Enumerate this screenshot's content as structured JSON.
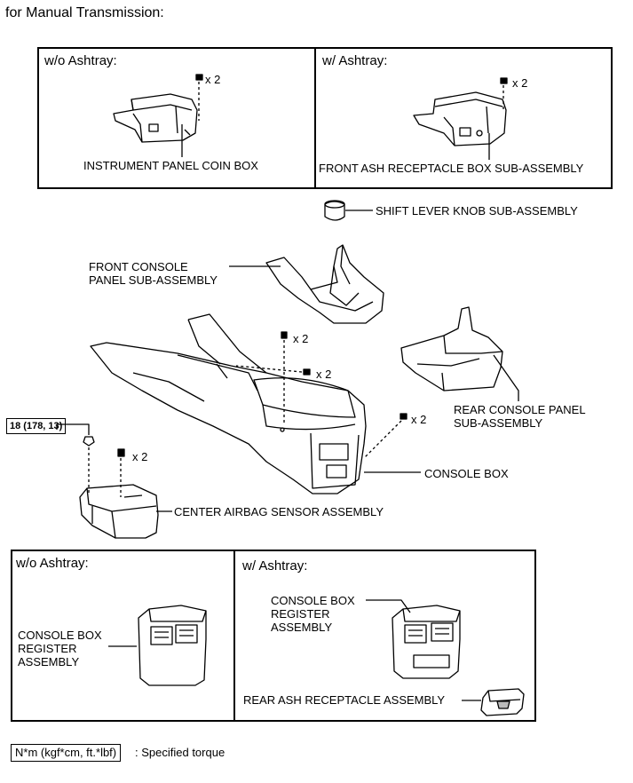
{
  "header": "for Manual Transmission:",
  "top_panel": {
    "left_title": "w/o Ashtray:",
    "left_qty": "x 2",
    "left_part": "INSTRUMENT PANEL COIN BOX",
    "right_title": "w/ Ashtray:",
    "right_qty": "x 2",
    "right_part": "FRONT ASH RECEPTACLE BOX SUB-ASSEMBLY"
  },
  "main": {
    "shift_knob": "SHIFT LEVER KNOB SUB-ASSEMBLY",
    "front_console": "FRONT CONSOLE\nPANEL SUB-ASSEMBLY",
    "qty_a": "x 2",
    "qty_b": "x 2",
    "qty_c": "x 2",
    "qty_d": "x 2",
    "rear_console": "REAR CONSOLE PANEL\nSUB-ASSEMBLY",
    "console_box": "CONSOLE BOX",
    "airbag_sensor": "CENTER AIRBAG SENSOR ASSEMBLY",
    "torque": "18 (178, 13)"
  },
  "bottom_panel": {
    "left_title": "w/o Ashtray:",
    "left_part": "CONSOLE BOX\nREGISTER\nASSEMBLY",
    "right_title": "w/ Ashtray:",
    "right_part": "CONSOLE BOX\nREGISTER\nASSEMBLY",
    "ash_receptacle": "REAR ASH RECEPTACLE ASSEMBLY"
  },
  "legend": {
    "unit": "N*m (kgf*cm, ft.*lbf)",
    "description": ": Specified torque"
  }
}
